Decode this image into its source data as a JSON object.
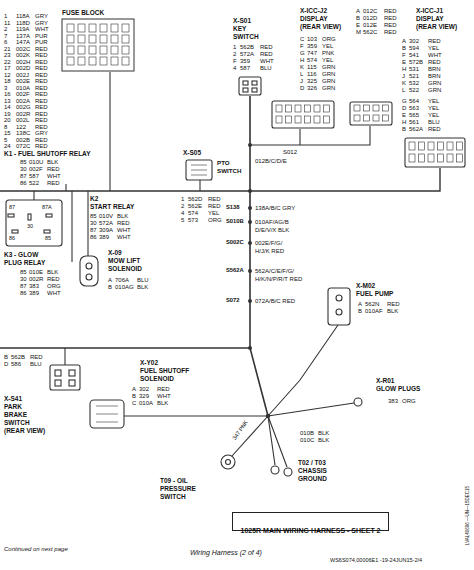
{
  "diagram": {
    "nodes": [
      {
        "text": [
          "1025R MAIN WIRING HARNESS - SHEET 2"
        ]
      }
    ],
    "labels": [
      "1",
      "118A",
      "GRY",
      "11",
      "118D",
      "GRY",
      "2",
      "119A",
      "WHT",
      "7",
      "137A",
      "PUR",
      "6",
      "147A",
      "PUR",
      "21",
      "002C",
      "RED",
      "23",
      "002K",
      "RED",
      "22",
      "002H",
      "RED",
      "17",
      "002D",
      "RED",
      "12",
      "002J",
      "RED",
      "18",
      "002E",
      "RED",
      "3",
      "010A",
      "RED",
      "16",
      "002F",
      "RED",
      "13",
      "002A",
      "RED",
      "14",
      "002G",
      "RED",
      "19",
      "002R",
      "RED",
      "20",
      "002L",
      "RED",
      "8",
      "122",
      "RED",
      "15",
      "138C",
      "GRY",
      "5",
      "002B",
      "RED",
      "24",
      "072C",
      "RED",
      "FUSE BLOCK",
      "X-S01",
      "KEY",
      "SWITCH",
      "1",
      "562B",
      "RED",
      "2",
      "572A",
      "RED",
      "F",
      "359",
      "WHT",
      "4",
      "587",
      "BLU",
      "X-ICC-J2",
      "DISPLAY",
      "(REAR VIEW)",
      "A",
      "012C",
      "RED",
      "B",
      "012D",
      "RED",
      "E",
      "012E",
      "RED",
      "M",
      "562C",
      "RED",
      "C",
      "103",
      "ORG",
      "F",
      "359",
      "YEL",
      "G",
      "747",
      "PNK",
      "H",
      "574",
      "YEL",
      "K",
      "115",
      "GRN",
      "L",
      "116",
      "GRN",
      "J",
      "325",
      "GRN",
      "D",
      "326",
      "GRN",
      "X-ICC-J1",
      "DISPLAY",
      "(REAR VIEW)",
      "A",
      "302",
      "RED",
      "B",
      "594",
      "YEL",
      "F",
      "541",
      "WHT",
      "E",
      "572B",
      "RED",
      "H",
      "531",
      "BRN",
      "J",
      "521",
      "BRN",
      "K",
      "532",
      "GRN",
      "L",
      "522",
      "GRN",
      "G",
      "564",
      "YEL",
      "D",
      "563",
      "YEL",
      "E",
      "565",
      "YEL",
      "H",
      "561",
      "BLU",
      "B",
      "562A",
      "RED",
      "S012",
      "012B/C/D/E",
      "K1 - FUEL SHUTOFF RELAY",
      "85",
      "010U",
      "BLK",
      "30",
      "002F",
      "RED",
      "87",
      "587",
      "WHT",
      "86",
      "522",
      "RED",
      "K2",
      "START RELAY",
      "85",
      "010V",
      "BLK",
      "30",
      "572A",
      "RED",
      "87",
      "309A",
      "WHT",
      "86",
      "389",
      "WHT",
      "87",
      "30",
      "86",
      "85",
      "87A",
      "K3 - GLOW",
      "PLUG RELAY",
      "85",
      "010E",
      "BLK",
      "30",
      "002R",
      "RED",
      "87",
      "383",
      "ORG",
      "86",
      "389",
      "WHT",
      "X-S05",
      "PTO",
      "SWITCH",
      "1",
      "562D",
      "RED",
      "2",
      "562E",
      "RED",
      "4",
      "574",
      "YEL",
      "5",
      "573",
      "ORG",
      "S138",
      "S010B",
      "S002C",
      "S562A",
      "S072",
      "138A/B/C GRY",
      "010AF/AG/B",
      "D/E/V/X BLK",
      "002E/F/G/",
      "H/J/K RED",
      "562A/C/E/F/G/",
      "H/K/N/P/R/T RED",
      "072A/B/C RED",
      "X-09",
      "MOW LIFT",
      "SOLENOID",
      "A",
      "706A",
      "BLU",
      "B",
      "010AG",
      "BLK",
      "X-M02",
      "FUEL PUMP",
      "A",
      "562N",
      "RED",
      "B",
      "010AF",
      "BLK",
      "B",
      "562B",
      "RED",
      "D",
      "586",
      "BLU",
      "X-S41",
      "PARK",
      "BRAKE",
      "SWITCH",
      "(REAR VIEW)",
      "X-Y02",
      "FUEL SHUTOFF",
      "SOLENOID",
      "A",
      "302",
      "RED",
      "B",
      "329",
      "WHT",
      "C",
      "010A",
      "BLK",
      "347 PNK",
      "X-R01",
      "GLOW PLUGS",
      "383",
      "ORG",
      "010B",
      "BLK",
      "010C",
      "BLK",
      "T02 / T03",
      "CHASSIS",
      "GROUND",
      "T09 - OIL",
      "PRESSURE",
      "SWITCH",
      "Continued on next page",
      "Wiring Harness (2 of 4)",
      "WS6S074,00006E1 -19-24JUN15-2/4",
      "LVAL40696 —UN—15DEC15"
    ]
  }
}
